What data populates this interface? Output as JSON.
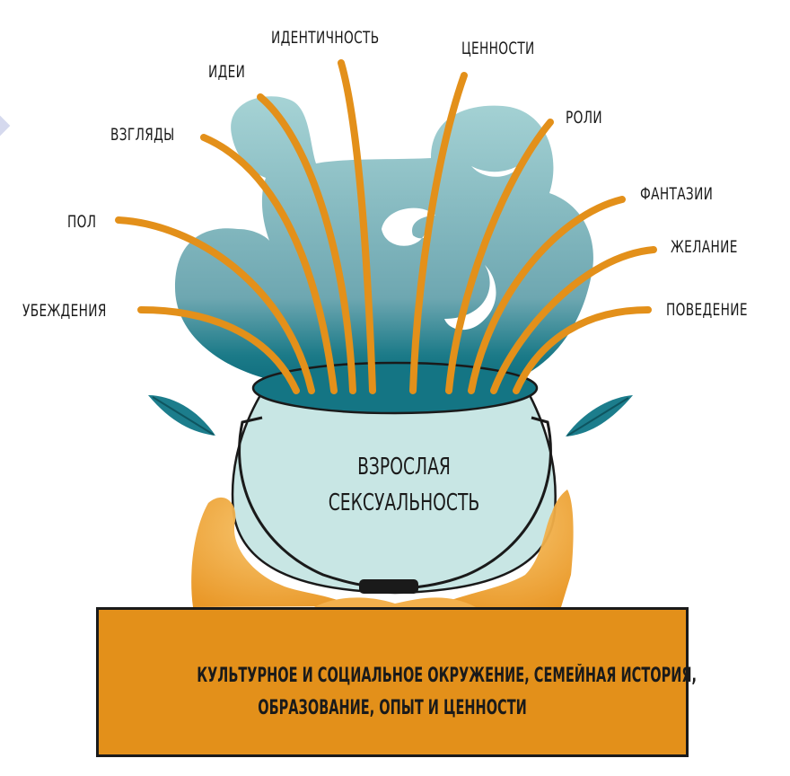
{
  "title": "Взрослая сексуальность",
  "pot": {
    "line1": "ВЗРОСЛАЯ",
    "line2": "СЕКСУАЛЬНОСТЬ"
  },
  "labels": {
    "identity": "ИДЕНТИЧНОСТЬ",
    "ideas": "ИДЕИ",
    "views": "ВЗГЛЯДЫ",
    "gender": "ПОЛ",
    "beliefs": "УБЕЖДЕНИЯ",
    "values": "ЦЕННОСТИ",
    "roles": "РОЛИ",
    "fantasies": "ФАНТАЗИИ",
    "desire": "ЖЕЛАНИЕ",
    "behavior": "ПОВЕДЕНИЕ"
  },
  "base": {
    "line1": "КУЛЬТУРНОЕ И СОЦИАЛЬНОЕ ОКРУЖЕНИЕ, СЕМЕЙНАЯ ИСТОРИЯ,",
    "line2": "ОБРАЗОВАНИЕ, ОПЫТ И ЦЕННОСТИ"
  },
  "colors": {
    "steam_light": "#a3d0d3",
    "steam_dark": "#177a89",
    "strand": "#e3901a",
    "pot_body": "#c8e6e4",
    "fire": "#eb9b24",
    "base": "#e3901a",
    "leaf": "#1c7d8c",
    "ink": "#1a1a1a"
  }
}
